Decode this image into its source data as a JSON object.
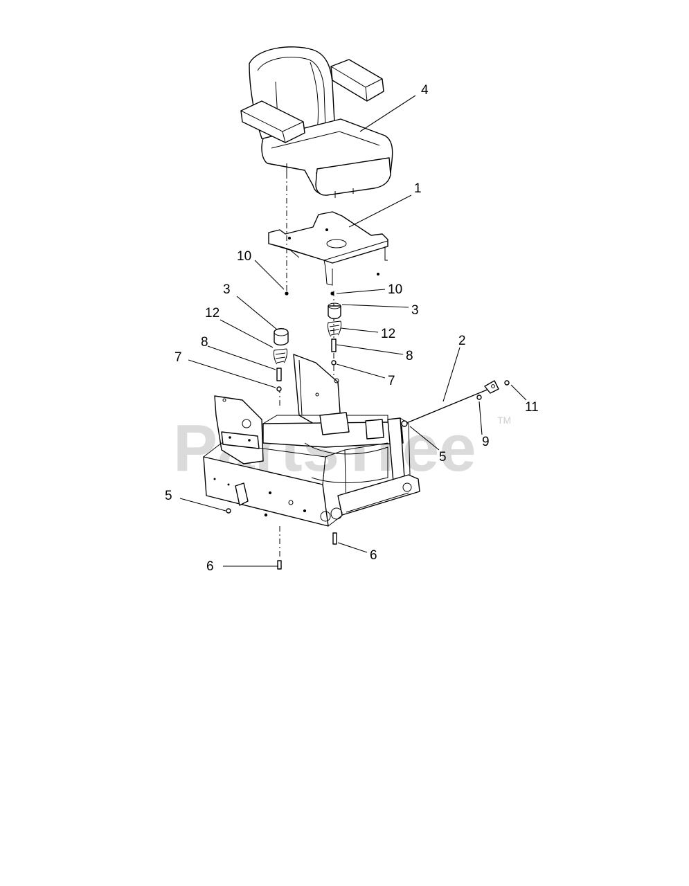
{
  "watermark": {
    "text": "PartsTree",
    "trademark": "TM"
  },
  "callouts": [
    {
      "id": "c4",
      "label": "4"
    },
    {
      "id": "c1",
      "label": "1"
    },
    {
      "id": "c10a",
      "label": "10"
    },
    {
      "id": "c10b",
      "label": "10"
    },
    {
      "id": "c3a",
      "label": "3"
    },
    {
      "id": "c3b",
      "label": "3"
    },
    {
      "id": "c12a",
      "label": "12"
    },
    {
      "id": "c12b",
      "label": "12"
    },
    {
      "id": "c8a",
      "label": "8"
    },
    {
      "id": "c8b",
      "label": "8"
    },
    {
      "id": "c7a",
      "label": "7"
    },
    {
      "id": "c7b",
      "label": "7"
    },
    {
      "id": "c2",
      "label": "2"
    },
    {
      "id": "c11",
      "label": "11"
    },
    {
      "id": "c9",
      "label": "9"
    },
    {
      "id": "c5a",
      "label": "5"
    },
    {
      "id": "c5b",
      "label": "5"
    },
    {
      "id": "c6a",
      "label": "6"
    },
    {
      "id": "c6b",
      "label": "6"
    }
  ]
}
